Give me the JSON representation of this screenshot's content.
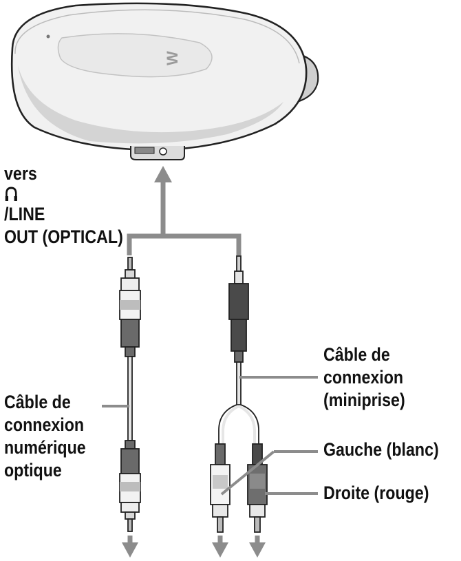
{
  "labels": {
    "output_prefix": "vers",
    "output_suffix": "/LINE",
    "output_line2": "OUT (OPTICAL)",
    "optical_cable": [
      "Câble de",
      "connexion",
      "numérique",
      "optique"
    ],
    "minijack_cable": [
      "Câble de",
      "connexion",
      "(miniprise)"
    ],
    "left_plug": "Gauche (blanc)",
    "right_plug": "Droite (rouge)"
  },
  "device_logo": "W",
  "icons": [
    "headphones-icon",
    "arrow-up-icon",
    "arrow-down-icon"
  ],
  "colors": {
    "line": "#8c8c8c",
    "outline": "#222222",
    "plug_dark": "#555555",
    "plug_light": "#e6e6e6",
    "red_plug": "#6e6e6e"
  }
}
